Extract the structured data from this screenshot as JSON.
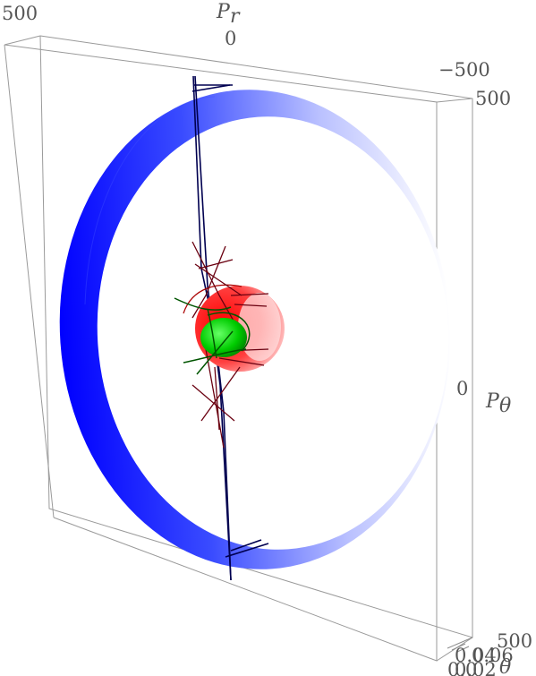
{
  "axes": {
    "pr_label": "P",
    "pr_label_sub": "r",
    "ptheta_label": "P",
    "ptheta_label_sub": "θ",
    "theta_label": "θ",
    "ticks": {
      "top_left": "500",
      "top_zero": "0",
      "top_right_neg": "−500",
      "right_top": "500",
      "right_zero": "0",
      "bottom_right": "500",
      "bottom_small_a": "0.04",
      "bottom_small_b": "0.02",
      "bottom_small_c": "0.06",
      "bottom_small_d": "0.0"
    }
  },
  "colors": {
    "ring_blue": "#0000ff",
    "torus_red": "#ff0000",
    "core_green": "#00cc00",
    "navy_curve": "#000050",
    "maroon_curve": "#6a0010",
    "dark_green_curve": "#005500"
  }
}
